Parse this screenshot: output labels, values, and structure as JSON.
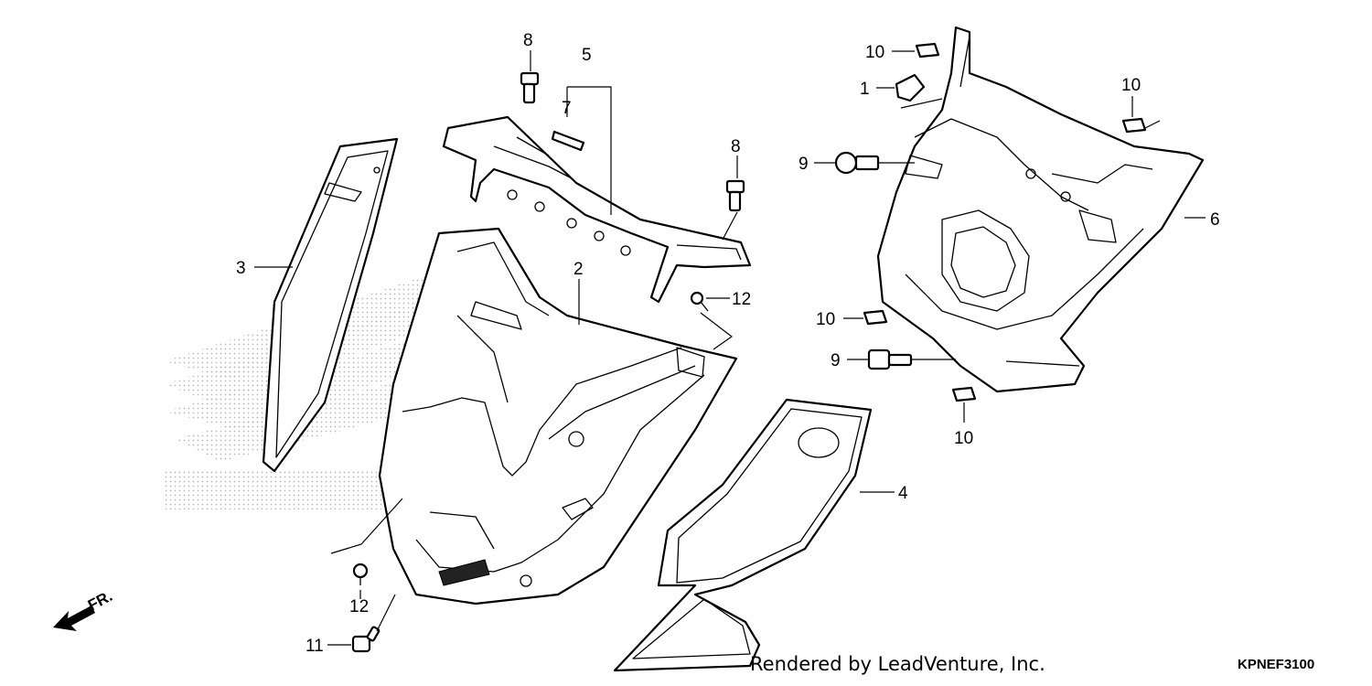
{
  "callouts": {
    "p1": "1",
    "p2": "2",
    "p3": "3",
    "p4": "4",
    "p5": "5",
    "p6": "6",
    "p7": "7",
    "p8a": "8",
    "p8b": "8",
    "p9a": "9",
    "p9b": "9",
    "p10a": "10",
    "p10b": "10",
    "p10c": "10",
    "p10d": "10",
    "p11": "11",
    "p12a": "12",
    "p12b": "12"
  },
  "direction_label": "FR.",
  "credit": "Rendered by LeadVenture, Inc.",
  "diagram_code": "KPNEF3100",
  "colors": {
    "ink": "#000000",
    "background": "#ffffff",
    "watermark": "#bdbdbd"
  }
}
